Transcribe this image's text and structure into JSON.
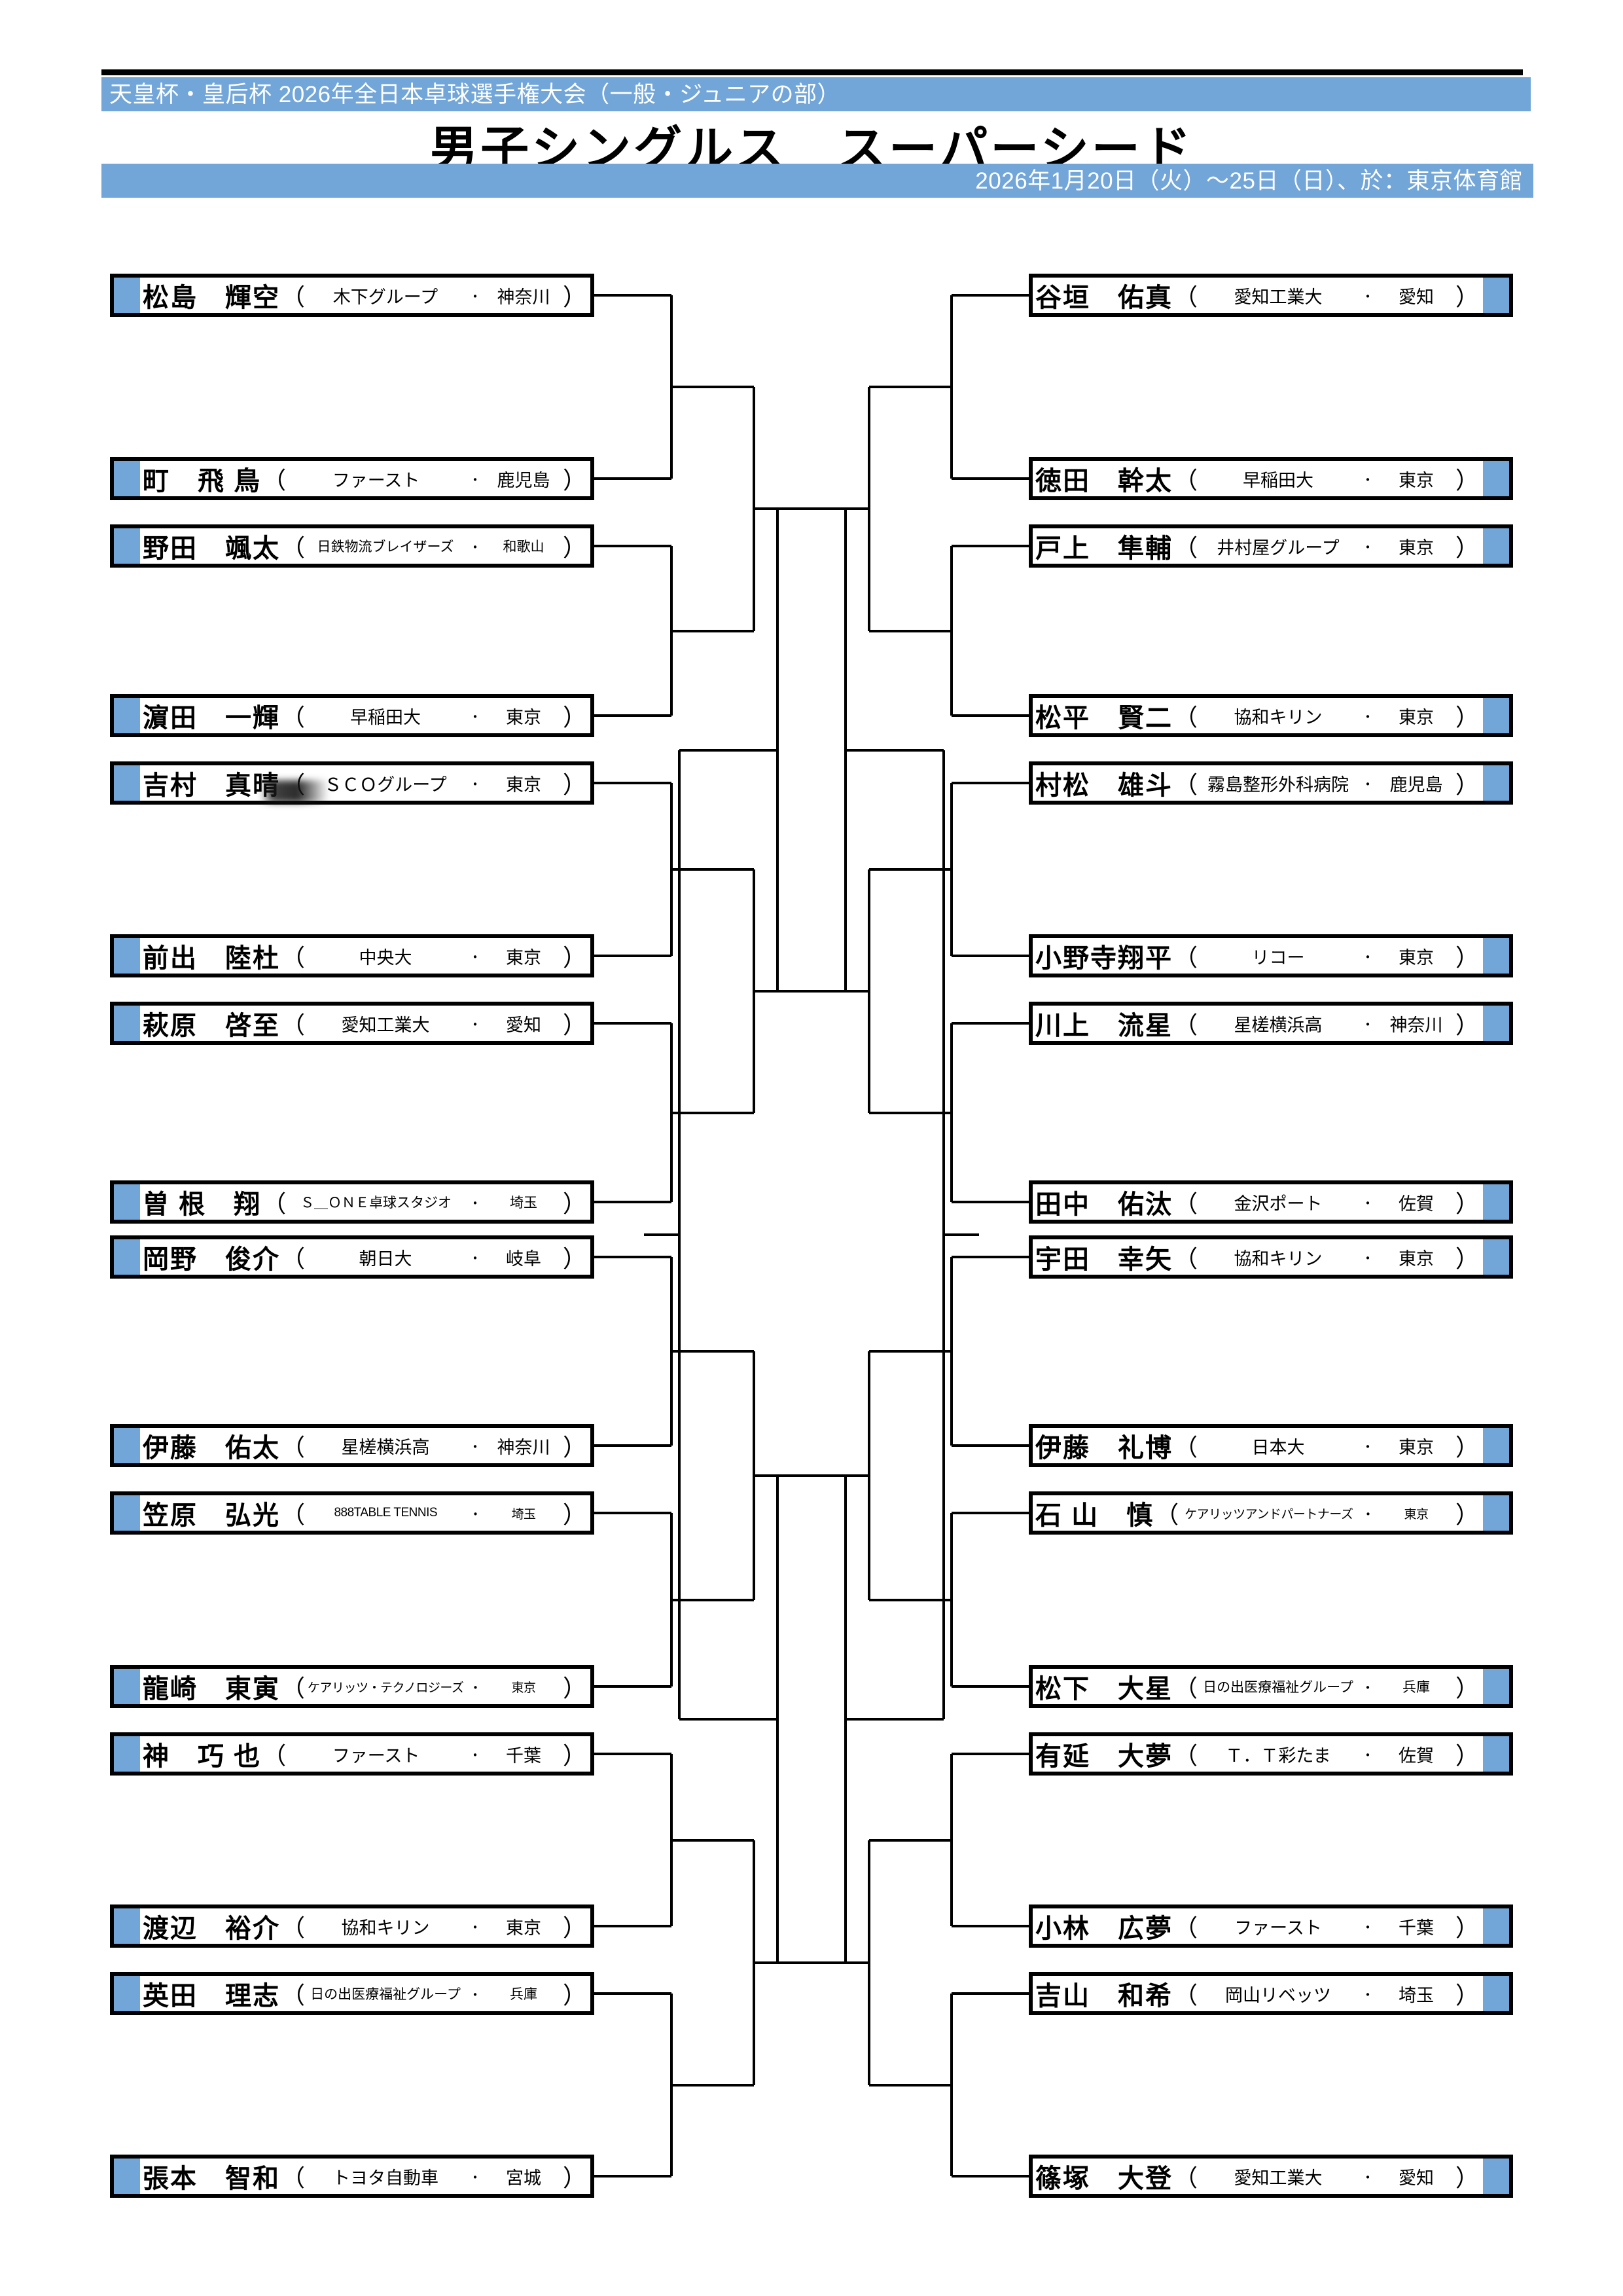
{
  "meta": {
    "event_line": "天皇杯・皇后杯 2026年全日本卓球選手権大会（一般・ジュニアの部）",
    "title": "男子シングルス　スーパーシード",
    "date_venue": "2026年1月20日（火）〜25日（日）、於：東京体育館",
    "accent_color": "#72a5d8",
    "line_color": "#000000"
  },
  "chart_data": {
    "type": "bracket",
    "rounds": 5,
    "total_players": 32,
    "left_players": 16,
    "right_players": 16
  },
  "left_players": [
    {
      "name": "松島　輝空",
      "org": "木下グループ",
      "pref": "神奈川",
      "seeded": true
    },
    {
      "name": "町　飛 鳥",
      "org": "ファースト",
      "pref": "鹿児島",
      "seeded": true
    },
    {
      "name": "野田　颯太",
      "org": "日鉄物流ブレイザーズ",
      "pref": "和歌山",
      "seeded": true
    },
    {
      "name": "濵田　一輝",
      "org": "早稲田大",
      "pref": "東京",
      "seeded": true
    },
    {
      "name": "吉村　真晴",
      "org": "ＳＣＯグループ",
      "pref": "東京",
      "seeded": true
    },
    {
      "name": "前出　陸杜",
      "org": "中央大",
      "pref": "東京",
      "seeded": true
    },
    {
      "name": "萩原　啓至",
      "org": "愛知工業大",
      "pref": "愛知",
      "seeded": true
    },
    {
      "name": "曽 根　翔",
      "org": "Ｓ＿ＯＮＥ卓球スタジオ",
      "pref": "埼玉",
      "seeded": true
    },
    {
      "name": "岡野　俊介",
      "org": "朝日大",
      "pref": "岐阜",
      "seeded": true
    },
    {
      "name": "伊藤　佑太",
      "org": "星槎横浜高",
      "pref": "神奈川",
      "seeded": true
    },
    {
      "name": "笠原　弘光",
      "org": "888TABLE TENNIS",
      "pref": "埼玉",
      "seeded": true
    },
    {
      "name": "龍崎　東寅",
      "org": "ケアリッツ・テクノロジーズ",
      "pref": "東京",
      "seeded": true
    },
    {
      "name": "神　巧 也",
      "org": "ファースト",
      "pref": "千葉",
      "seeded": true
    },
    {
      "name": "渡辺　裕介",
      "org": "協和キリン",
      "pref": "東京",
      "seeded": true
    },
    {
      "name": "英田　理志",
      "org": "日の出医療福祉グループ",
      "pref": "兵庫",
      "seeded": true
    },
    {
      "name": "張本　智和",
      "org": "トヨタ自動車",
      "pref": "宮城",
      "seeded": true
    }
  ],
  "right_players": [
    {
      "name": "谷垣　佑真",
      "org": "愛知工業大",
      "pref": "愛知",
      "seeded": true
    },
    {
      "name": "徳田　幹太",
      "org": "早稲田大",
      "pref": "東京",
      "seeded": true
    },
    {
      "name": "戸上　隼輔",
      "org": "井村屋グループ",
      "pref": "東京",
      "seeded": true
    },
    {
      "name": "松平　賢二",
      "org": "協和キリン",
      "pref": "東京",
      "seeded": true
    },
    {
      "name": "村松　雄斗",
      "org": "霧島整形外科病院",
      "pref": "鹿児島",
      "seeded": true
    },
    {
      "name": "小野寺翔平",
      "org": "リコー",
      "pref": "東京",
      "seeded": true
    },
    {
      "name": "川上　流星",
      "org": "星槎横浜高",
      "pref": "神奈川",
      "seeded": true
    },
    {
      "name": "田中　佑汰",
      "org": "金沢ポート",
      "pref": "佐賀",
      "seeded": true
    },
    {
      "name": "宇田　幸矢",
      "org": "協和キリン",
      "pref": "東京",
      "seeded": true
    },
    {
      "name": "伊藤　礼博",
      "org": "日本大",
      "pref": "東京",
      "seeded": true
    },
    {
      "name": "石 山　慎",
      "org": "ケアリッツアンドパートナーズ",
      "pref": "東京",
      "seeded": true
    },
    {
      "name": "松下　大星",
      "org": "日の出医療福祉グループ",
      "pref": "兵庫",
      "seeded": true
    },
    {
      "name": "有延　大夢",
      "org": "Ｔ．Ｔ彩たま",
      "pref": "佐賀",
      "seeded": true
    },
    {
      "name": "小林　広夢",
      "org": "ファースト",
      "pref": "千葉",
      "seeded": true
    },
    {
      "name": "吉山　和希",
      "org": "岡山リベッツ",
      "pref": "埼玉",
      "seeded": true
    },
    {
      "name": "篠塚　大登",
      "org": "愛知工業大",
      "pref": "愛知",
      "seeded": true
    }
  ]
}
